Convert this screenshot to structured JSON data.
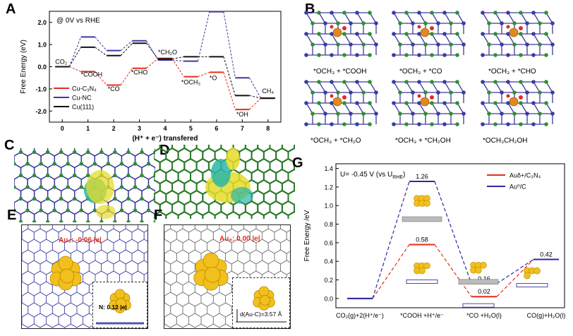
{
  "panels": {
    "A": "A",
    "B": "B",
    "C": "C",
    "D": "D",
    "E": "E",
    "F": "F",
    "G": "G"
  },
  "panelA": {
    "condition": "@ 0V vs RHE",
    "ylabel": "Free Energy (eV)",
    "xlabel": "(H⁺ + e⁻) transfered",
    "legend": [
      {
        "name": "Cu-C₃N₄",
        "color": "#e0301e"
      },
      {
        "name": "Cu-NC",
        "color": "#3a3aa0"
      },
      {
        "name": "Cu(111)",
        "color": "#111111"
      }
    ],
    "species": [
      "CO₂",
      "*COOH",
      "*CO",
      "*CHO",
      "*CH₂O",
      "*OCH₃",
      "*O",
      "*OH",
      "CH₄"
    ]
  },
  "panelB": {
    "labels": [
      "*OCH₃ + *COOH",
      "*OCH₃ + *CO",
      "*OCH₃ + *CHO",
      "*OCH₃ + *CH₂O",
      "*OCH₃ + *CH₂OH",
      "*OCH₃CH₂OH"
    ]
  },
  "panelE": {
    "charge_label": "Au₈: -0.06 |e|",
    "inset_label": "N: 0.12 |e|"
  },
  "panelF": {
    "charge_label": "Au₈: 0.00 |e|",
    "inset_label": "d(Au-C)=3.57 Å"
  },
  "panelG": {
    "condition": "U= -0.45 V (vs U",
    "condition_sub": "RHE",
    "condition_end": ")",
    "ylabel": "Free Energy  /eV",
    "legend": [
      {
        "name": "Auδ+/C₃N₄",
        "color": "#e0301e"
      },
      {
        "name": "Au⁰/C",
        "color": "#2a2aa0"
      }
    ],
    "value_labels": [
      "1.26",
      "0.58",
      "0.16",
      "0.02",
      "0.42"
    ]
  },
  "chart_data": [
    {
      "type": "line",
      "title": "",
      "xlabel": "(H⁺ + e⁻) transfered",
      "ylabel": "Free Energy (eV)",
      "x": [
        0,
        1,
        2,
        3,
        4,
        5,
        6,
        7,
        8
      ],
      "xlim": [
        -0.5,
        8.5
      ],
      "ylim": [
        -2.5,
        2.5
      ],
      "yticks": [
        -2.0,
        -1.0,
        0.0,
        1.0,
        2.0
      ],
      "series": [
        {
          "name": "Cu-C₃N₄",
          "color": "#e0301e",
          "values": [
            0.0,
            -0.22,
            -0.83,
            -0.07,
            0.38,
            -0.45,
            -0.25,
            -1.93,
            -1.42
          ]
        },
        {
          "name": "Cu-NC",
          "color": "#3a3aa0",
          "values": [
            0.0,
            1.34,
            0.73,
            1.17,
            0.3,
            0.25,
            2.48,
            -0.5,
            -1.42
          ]
        },
        {
          "name": "Cu(111)",
          "color": "#111111",
          "values": [
            0.0,
            0.88,
            0.5,
            1.06,
            0.35,
            0.45,
            0.45,
            -1.3,
            -1.42
          ]
        }
      ]
    },
    {
      "type": "line",
      "title": "",
      "xlabel": "",
      "ylabel": "Free Energy  /eV",
      "categories": [
        "CO₂(g)+2(H⁺/e⁻)",
        "*COOH +H⁺/e⁻",
        "*CO +H₂O(l)",
        "CO(g)+H₂O(l)"
      ],
      "ylim": [
        -0.1,
        1.45
      ],
      "yticks": [
        0.0,
        0.2,
        0.4,
        0.6,
        0.8,
        1.0,
        1.2,
        1.4
      ],
      "series": [
        {
          "name": "Auδ+/C₃N₄",
          "color": "#e0301e",
          "values": [
            0.0,
            0.58,
            0.02,
            0.42
          ]
        },
        {
          "name": "Au⁰/C",
          "color": "#2a2aa0",
          "values": [
            0.0,
            1.26,
            0.16,
            0.42
          ]
        }
      ]
    }
  ]
}
